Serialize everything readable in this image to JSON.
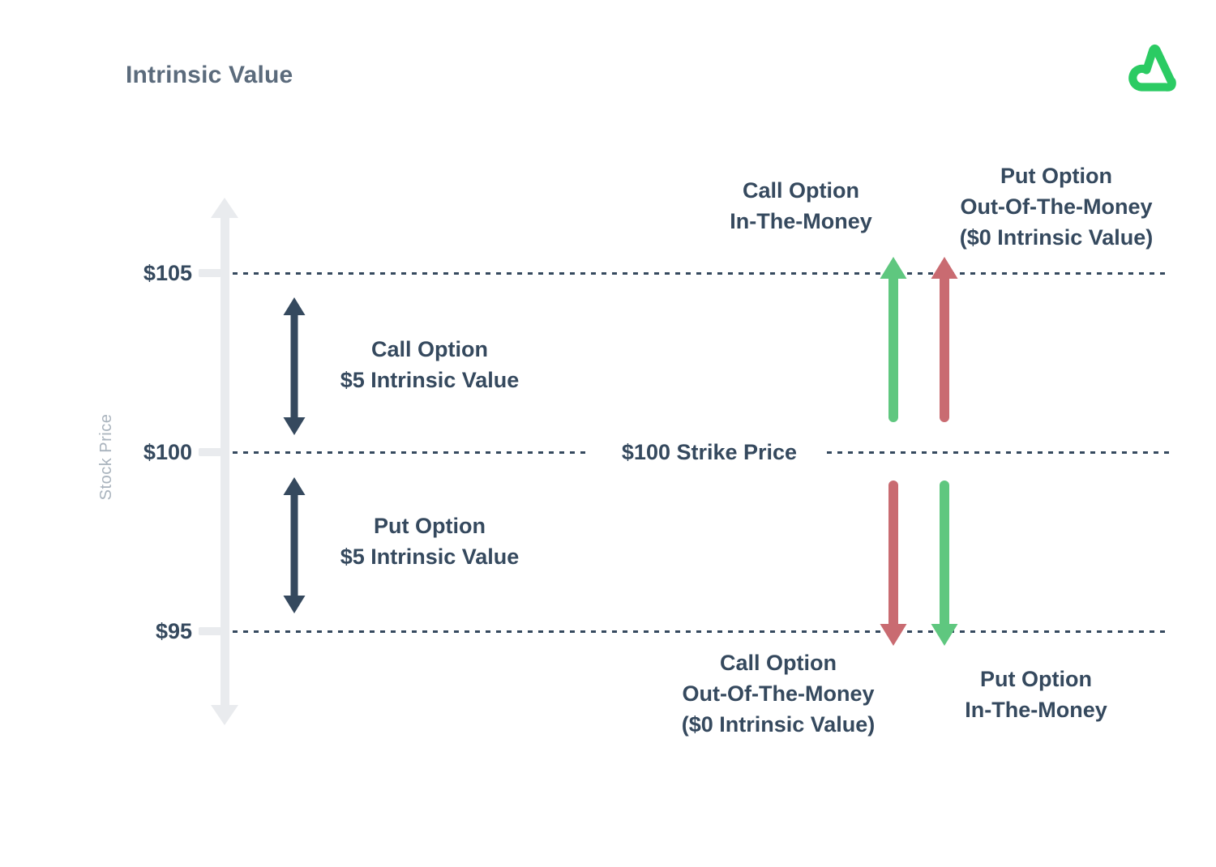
{
  "title": "Intrinsic Value",
  "brand": {
    "logo_icon": "option-alpha-triangle-logo"
  },
  "colors": {
    "navy": "#35495E",
    "green": "#5FC77F",
    "red": "#C96B71",
    "axis_gray": "#E9EBEE",
    "muted_gray": "#A9B3BD",
    "title_gray": "#5B6B7C",
    "logo_green": "#2BCB63"
  },
  "axis": {
    "label": "Stock Price",
    "price_levels": [
      {
        "label": "$105",
        "value": 105
      },
      {
        "label": "$100",
        "value": 100
      },
      {
        "label": "$95",
        "value": 95
      }
    ]
  },
  "strike": {
    "label": "$100 Strike Price",
    "value": 100
  },
  "intrinsic_arrows": {
    "call": {
      "line1": "Call Option",
      "line2": "$5 Intrinsic Value",
      "value": 5
    },
    "put": {
      "line1": "Put Option",
      "line2": "$5 Intrinsic Value",
      "value": 5
    }
  },
  "scenario_labels": {
    "call_itm": {
      "line1": "Call Option",
      "line2": "In-The-Money"
    },
    "put_otm": {
      "line1": "Put Option",
      "line2": "Out-Of-The-Money",
      "line3": "($0 Intrinsic Value)"
    },
    "call_otm": {
      "line1": "Call Option",
      "line2": "Out-Of-The-Money",
      "line3": "($0 Intrinsic Value)"
    },
    "put_itm": {
      "line1": "Put Option",
      "line2": "In-The-Money"
    }
  }
}
